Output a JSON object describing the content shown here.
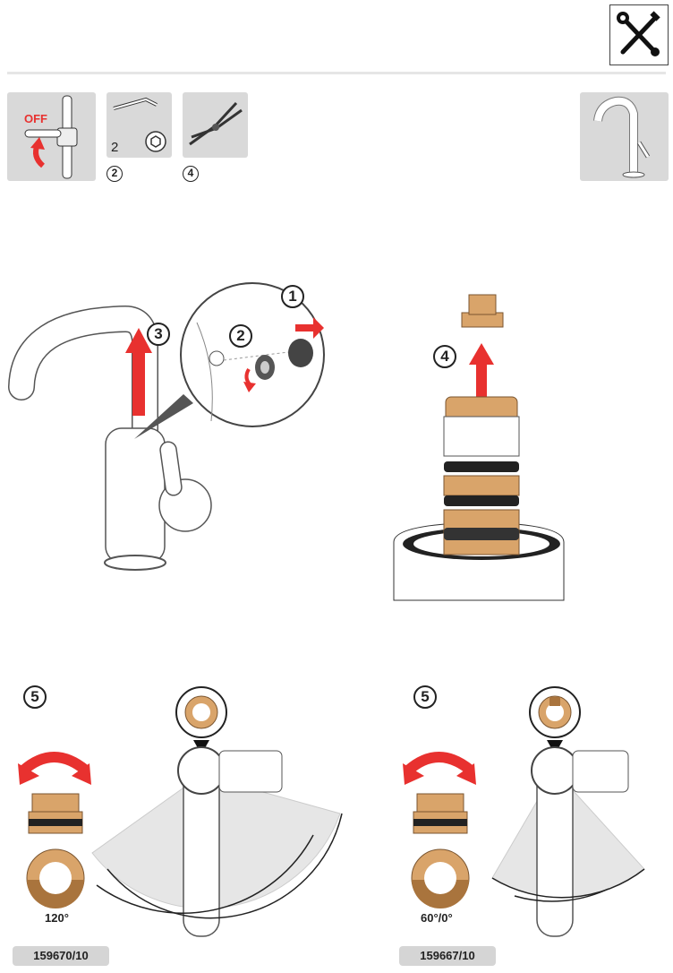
{
  "header": {
    "tools_icon": "wrench-screwdriver-icon"
  },
  "panels": {
    "shutoff": {
      "off_label": "OFF",
      "icon": "shutoff-valve-icon"
    },
    "hex_key": {
      "size_label": "2",
      "step_label": "2",
      "icon": "hex-key-icon"
    },
    "pliers": {
      "step_label": "4",
      "icon": "pliers-icon"
    },
    "faucet_thumb": {
      "icon": "faucet-icon"
    }
  },
  "steps": {
    "one": "1",
    "two": "2",
    "three": "3",
    "four": "4",
    "five_left": "5",
    "five_right": "5"
  },
  "rotation": {
    "left": {
      "angle_label": "120°",
      "part_number": "159670/10"
    },
    "right": {
      "angle_label": "60°/0°",
      "part_number": "159667/10"
    }
  },
  "colors": {
    "arrow_red": "#e8312f",
    "brass": "#d9a46a",
    "brass_dark": "#a9743d",
    "panel_grey": "#d9d9d9"
  }
}
